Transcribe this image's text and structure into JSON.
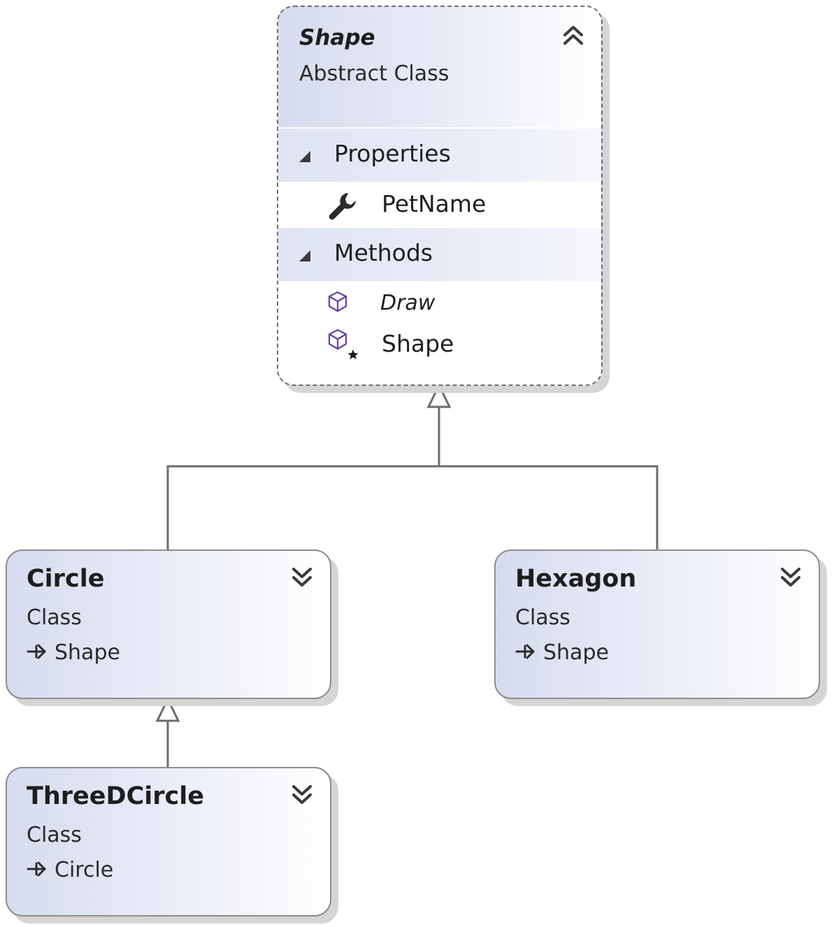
{
  "diagram": {
    "shape_class": {
      "name": "Shape",
      "stereotype": "Abstract Class",
      "toggle_icon": "chevron-double-up-icon",
      "properties_header": "Properties",
      "properties": [
        {
          "name": "PetName",
          "icon": "wrench-icon"
        }
      ],
      "methods_header": "Methods",
      "methods": [
        {
          "name": "Draw",
          "icon": "method-cube-icon",
          "abstract": true
        },
        {
          "name": "Shape",
          "icon": "constructor-cube-icon",
          "abstract": false
        }
      ]
    },
    "circle_class": {
      "name": "Circle",
      "stereotype": "Class",
      "base": "Shape",
      "toggle_icon": "chevron-double-down-icon"
    },
    "hexagon_class": {
      "name": "Hexagon",
      "stereotype": "Class",
      "base": "Shape",
      "toggle_icon": "chevron-double-down-icon"
    },
    "threedcircle_class": {
      "name": "ThreeDCircle",
      "stereotype": "Class",
      "base": "Circle",
      "toggle_icon": "chevron-double-down-icon"
    },
    "relationships": [
      {
        "type": "inheritance",
        "from": "Circle",
        "to": "Shape"
      },
      {
        "type": "inheritance",
        "from": "Hexagon",
        "to": "Shape"
      },
      {
        "type": "inheritance",
        "from": "ThreeDCircle",
        "to": "Circle"
      }
    ]
  }
}
